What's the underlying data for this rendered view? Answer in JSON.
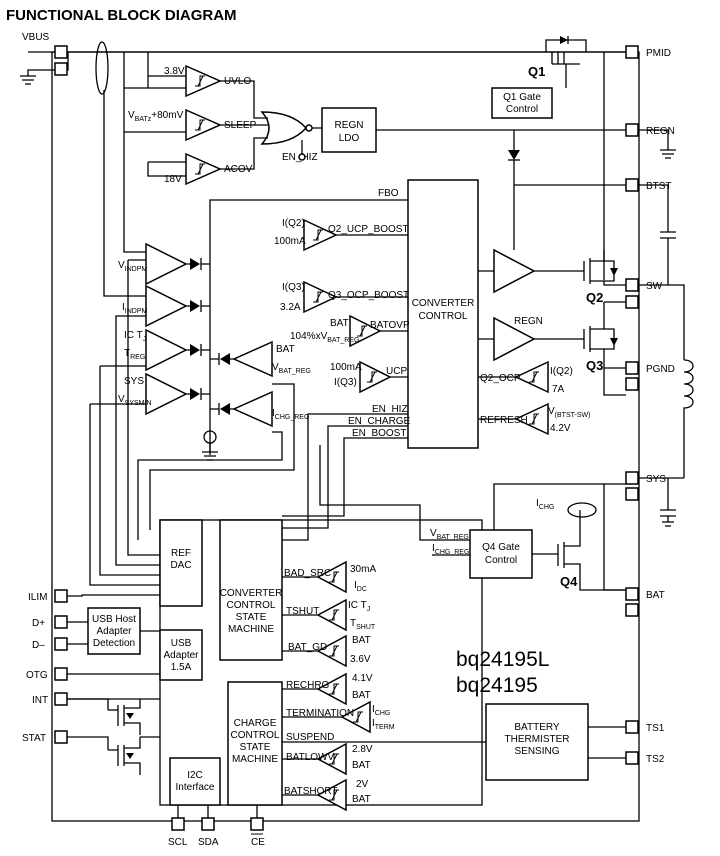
{
  "title": "FUNCTIONAL BLOCK DIAGRAM",
  "part_numbers": [
    "bq24195L",
    "bq24195"
  ],
  "pins": {
    "vbus": "VBUS",
    "pmid": "PMID",
    "regn": "REGN",
    "btst": "BTST",
    "sw": "SW",
    "pgnd": "PGND",
    "sys": "SYS",
    "bat": "BAT",
    "ts1": "TS1",
    "ts2": "TS2",
    "ilim": "ILIM",
    "dplus": "D+",
    "dminus": "D–",
    "otg": "OTG",
    "int": "INT",
    "stat": "STAT",
    "scl": "SCL",
    "sda": "SDA",
    "ce": "CE"
  },
  "transistors": {
    "q1": "Q1",
    "q2": "Q2",
    "q3": "Q3",
    "q4": "Q4"
  },
  "blocks": {
    "q1_gate": [
      "Q1 Gate",
      "Control"
    ],
    "regn_ldo": [
      "REGN",
      "LDO"
    ],
    "converter_control": [
      "CONVERTER",
      "CONTROL"
    ],
    "ref_dac": [
      "REF",
      "DAC"
    ],
    "conv_sm": [
      "CONVERTER",
      "CONTROL",
      "STATE",
      "MACHINE"
    ],
    "usb_host": [
      "USB Host",
      "Adapter",
      "Detection"
    ],
    "usb_adapter": [
      "USB",
      "Adapter",
      "1.5A"
    ],
    "charge_sm": [
      "CHARGE",
      "CONTROL",
      "STATE",
      "MACHINE"
    ],
    "i2c": [
      "I2C",
      "Interface"
    ],
    "q4_gate": [
      "Q4 Gate",
      "Control"
    ],
    "thermistor": [
      "BATTERY",
      "THERMISTER",
      "SENSING"
    ]
  },
  "labels": {
    "v38": "3.8V",
    "uvlo": "UVLO",
    "vbatz": "V",
    "vbatz_sub": "BATz",
    "vbatz_suffix": "+80mV",
    "sleep": "SLEEP",
    "v18": "18V",
    "acov": "ACOV",
    "en_hiz_top": "EN_HIZ",
    "fbo": "FBO",
    "iq2": "I(Q2)",
    "ma100": "100mA",
    "q2_ucp": "Q2_UCP_BOOST",
    "iq3": "I(Q3)",
    "a32": "3.2A",
    "q3_ocp": "Q3_OCP_BOOST",
    "vindpm": "V",
    "vindpm_sub": "INDPM",
    "iindpm": "I",
    "iindpm_sub": "INDPM",
    "ict": "IC T",
    "ict_sub": "J",
    "treg": "T",
    "treg_sub": "REG",
    "sys_in": "SYS",
    "vsysmin": "V",
    "vsysmin_sub": "SYSMIN",
    "bat_ovp_in": "BAT",
    "batovp": "BATOVP",
    "pct104": "104%xV",
    "pct104_sub": "BAT_REG",
    "bat_amp": "BAT",
    "vbatreg": "V",
    "vbatreg_sub": "BAT_REG",
    "ichgreg": "I",
    "ichgreg_sub": "CHG_REG",
    "ma100b": "100mA",
    "iq3b": "I(Q3)",
    "ucp": "UCP",
    "q2_ocp": "Q2_OCP",
    "iq2b": "I(Q2)",
    "a7": "7A",
    "refresh": "REFRESH",
    "vbtst": "V",
    "vbtst_sub": "(BTST-SW)",
    "v42": "4.2V",
    "regn_gate": "REGN",
    "en_hiz": "EN_HIZ",
    "en_charge": "EN_CHARGE",
    "en_boost": "EN_BOOST",
    "ichg": "I",
    "ichg_sub": "CHG",
    "vbatreg2": "V",
    "vbatreg2_sub": "BAT_REG",
    "ichgreg2": "I",
    "ichgreg2_sub": "CHG_REG",
    "bad_src": "BAD_SRC",
    "ma30": "30mA",
    "idc": "I",
    "idc_sub": "DC",
    "tshut": "TSHUT",
    "ict2": "IC T",
    "ict2_sub": "J",
    "tshut_ref": "T",
    "tshut_ref_sub": "SHUT",
    "bat_gd": "BAT_GD",
    "bat1": "BAT",
    "v36": "3.6V",
    "rechrg": "RECHRG",
    "v41": "4.1V",
    "bat2": "BAT",
    "termination": "TERMINATION",
    "ichg3": "I",
    "ichg3_sub": "CHG",
    "iterm": "I",
    "iterm_sub": "TERM",
    "suspend": "SUSPEND",
    "batlowv": "BATLOWV",
    "v28": "2.8V",
    "bat3": "BAT",
    "batshort": "BATSHORT",
    "v2": "2V",
    "bat4": "BAT"
  }
}
